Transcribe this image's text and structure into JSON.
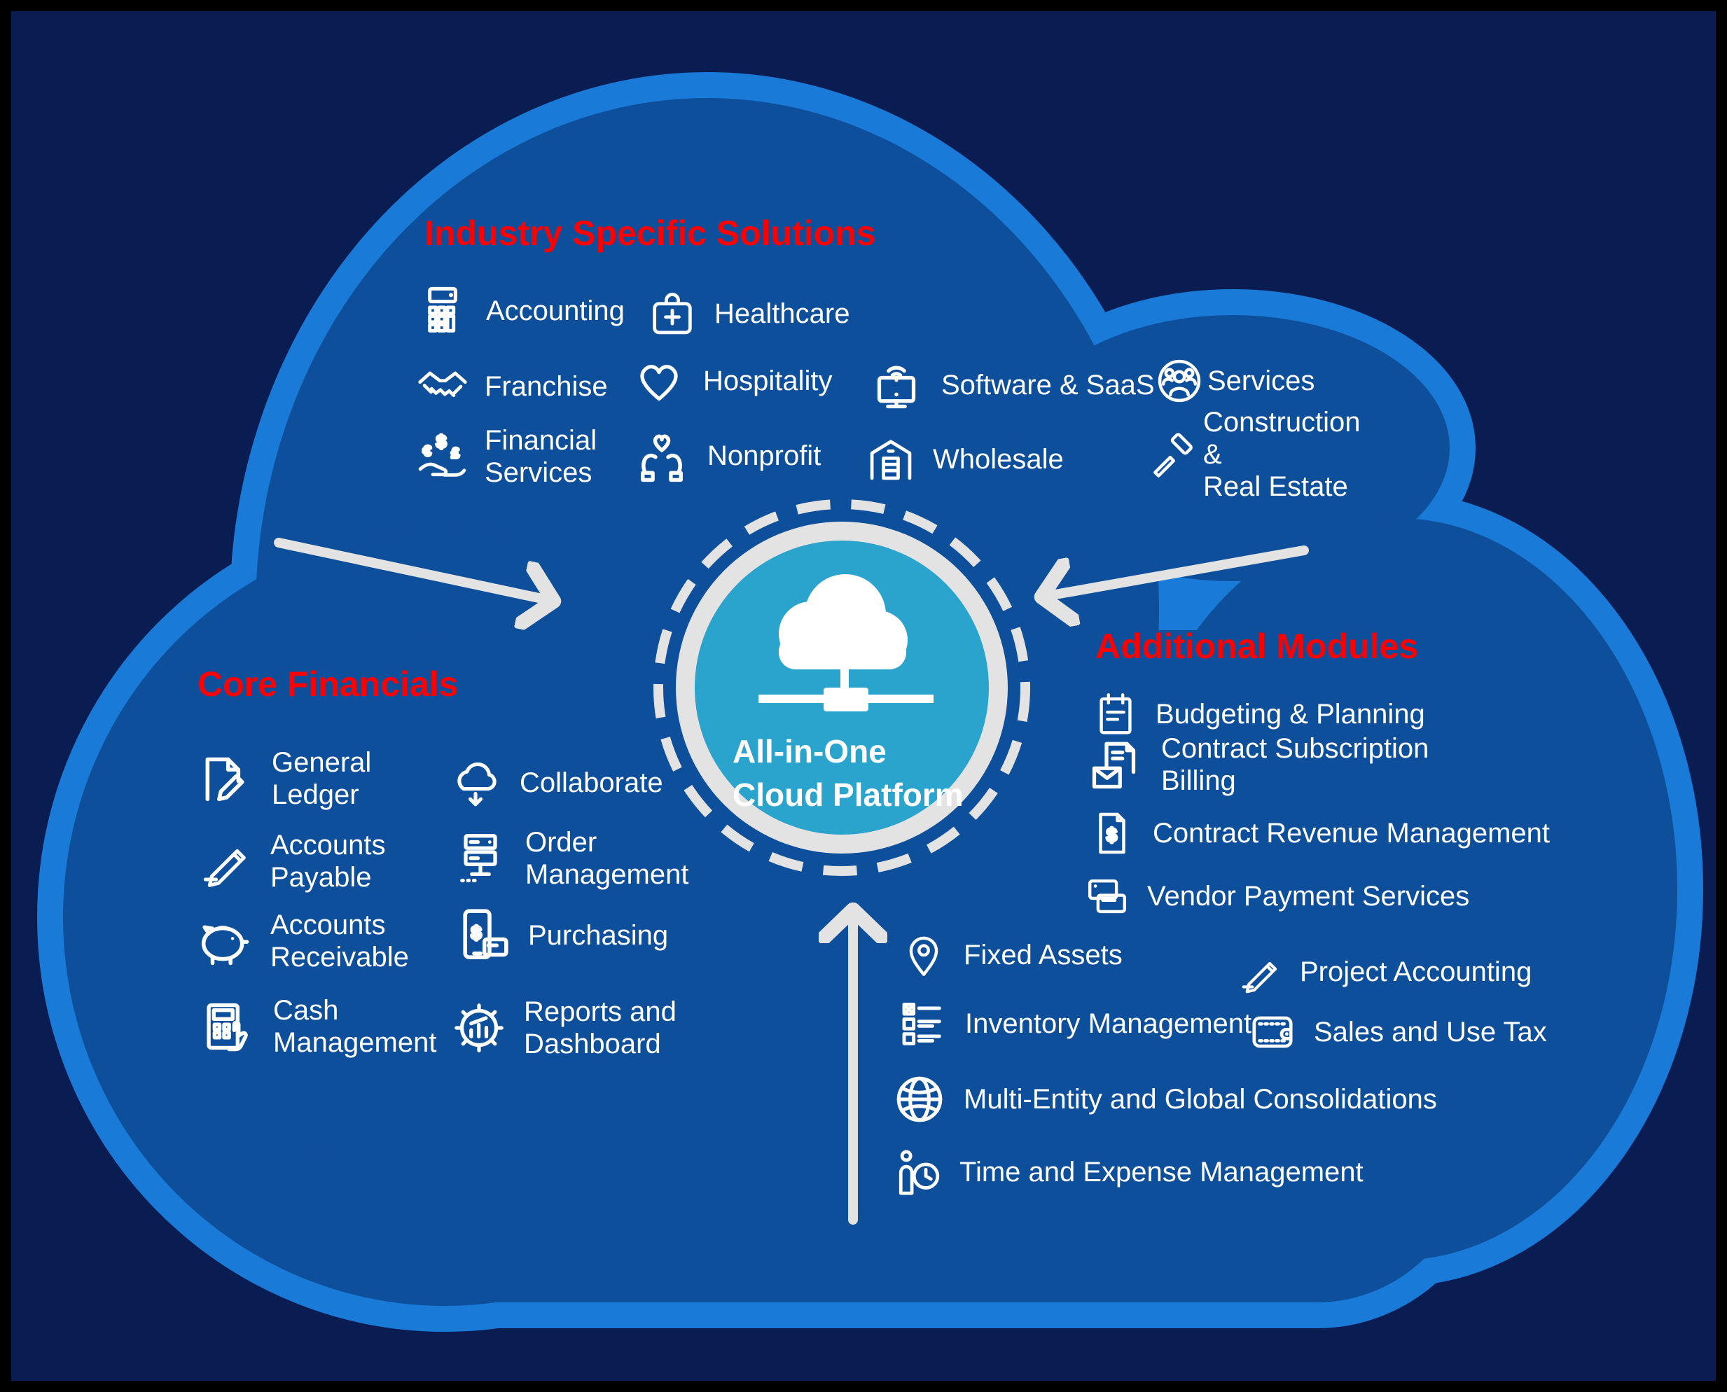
{
  "colors": {
    "background": "#0a1d52",
    "frame": "#000000",
    "cloud_fill": "#0e4f9c",
    "cloud_border": "#1a7ad8",
    "center_fill": "#2aa4cd",
    "ring": "#e3e3e3",
    "arrow": "#e3e3e3",
    "heading": "#ff0000",
    "text": "#ffffff"
  },
  "center": {
    "label": "All-in-One\nCloud Platform",
    "icon": "cloud-network-icon"
  },
  "industry": {
    "title": "Industry Specific Solutions",
    "items": [
      {
        "label": "Accounting",
        "icon": "calculator-icon"
      },
      {
        "label": "Healthcare",
        "icon": "medical-bag-icon"
      },
      {
        "label": "Franchise",
        "icon": "handshake-icon"
      },
      {
        "label": "Hospitality",
        "icon": "heart-icon"
      },
      {
        "label": "Software & SaaS",
        "icon": "monitor-wifi-icon"
      },
      {
        "label": "Services",
        "icon": "people-circle-icon"
      },
      {
        "label": "Financial\nServices",
        "icon": "hand-currency-icon"
      },
      {
        "label": "Nonprofit",
        "icon": "hands-heart-icon"
      },
      {
        "label": "Wholesale",
        "icon": "warehouse-icon"
      },
      {
        "label": "Construction\n&\nReal Estate",
        "icon": "hammer-icon"
      }
    ]
  },
  "core": {
    "title": "Core Financials",
    "items": [
      {
        "label": "General\nLedger",
        "icon": "document-pencil-icon"
      },
      {
        "label": "Collaborate",
        "icon": "cloud-download-icon"
      },
      {
        "label": "Accounts\nPayable",
        "icon": "pen-icon"
      },
      {
        "label": "Order\nManagement",
        "icon": "server-icon"
      },
      {
        "label": "Accounts\nReceivable",
        "icon": "piggy-bank-icon"
      },
      {
        "label": "Purchasing",
        "icon": "mobile-payment-icon"
      },
      {
        "label": "Cash\nManagement",
        "icon": "calculator-hand-icon"
      },
      {
        "label": "Reports and\nDashboard",
        "icon": "gear-chart-icon"
      }
    ]
  },
  "additional": {
    "title": "Additional Modules",
    "items": [
      {
        "label": "Budgeting & Planning",
        "icon": "calendar-icon"
      },
      {
        "label": "Contract Subscription\nBilling",
        "icon": "document-envelope-icon"
      },
      {
        "label": "Contract Revenue Management",
        "icon": "document-dollar-icon"
      },
      {
        "label": "Vendor Payment Services",
        "icon": "credit-cards-icon"
      },
      {
        "label": "Fixed Assets",
        "icon": "map-pin-icon"
      },
      {
        "label": "Project Accounting",
        "icon": "pen-icon"
      },
      {
        "label": "Inventory Management",
        "icon": "checklist-icon"
      },
      {
        "label": "Sales and Use Tax",
        "icon": "wallet-icon"
      },
      {
        "label": "Multi-Entity and Global Consolidations",
        "icon": "globe-icon"
      },
      {
        "label": "Time and Expense Management",
        "icon": "person-clock-icon"
      }
    ]
  }
}
